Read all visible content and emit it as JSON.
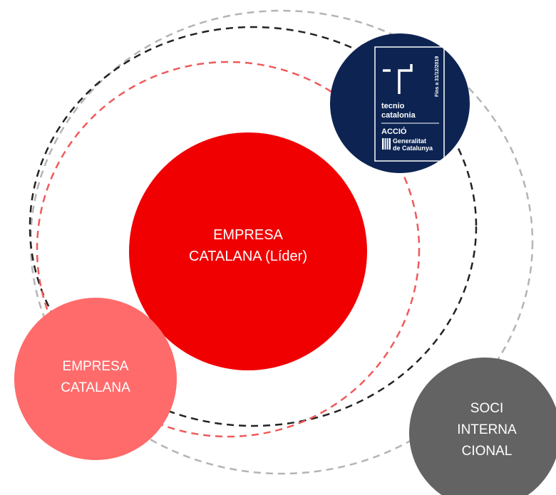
{
  "colors": {
    "orbit_grey": "#b4b4b4",
    "orbit_black": "#222222",
    "orbit_red": "#ef5a5a",
    "leader": "#f00000",
    "partner": "#ff6b6b",
    "international": "#636363",
    "badge": "#0d2452",
    "text": "#ffffff"
  },
  "leader": {
    "line1": "EMPRESA",
    "line2": "CATALANA (Líder)"
  },
  "partner": {
    "line1": "EMPRESA",
    "line2": "CATALANA"
  },
  "international": {
    "line1": "SOCI",
    "line2": "INTERNA",
    "line3": "CIONAL"
  },
  "badge": {
    "icon": "tecnio-logo-icon",
    "name_line1": "tecnio",
    "name_line2": "catalonia",
    "validity": "Fins a 31/12/2019",
    "agency": "ACCIÓ",
    "gov_line1": "Generalitat",
    "gov_line2": "de Catalunya",
    "gov_icon": "generalitat-flag-icon"
  }
}
